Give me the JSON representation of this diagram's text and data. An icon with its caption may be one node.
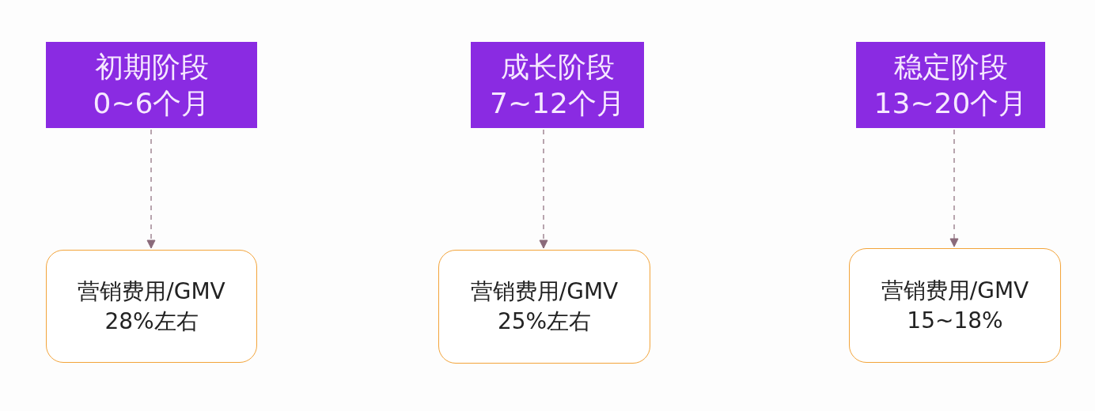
{
  "diagram": {
    "nodes": [
      {
        "text": [
          "初期阶段",
          "0~6个月"
        ]
      },
      {
        "text": [
          "成长阶段",
          "7~12个月"
        ]
      },
      {
        "text": [
          "稳定阶段",
          "13~20个月"
        ]
      },
      {
        "text": [
          "营销费用/GMV",
          "28%左右"
        ]
      },
      {
        "text": [
          "营销费用/GMV",
          "25%左右"
        ]
      },
      {
        "text": [
          "营销费用/GMV",
          "15~18%"
        ]
      }
    ],
    "edges": [
      {
        "from": 0,
        "to": 3,
        "arrow": "to",
        "style": "dashed"
      },
      {
        "from": 1,
        "to": 4,
        "arrow": "to",
        "style": "dashed"
      },
      {
        "from": 2,
        "to": 5,
        "arrow": "to",
        "style": "dashed"
      }
    ]
  }
}
